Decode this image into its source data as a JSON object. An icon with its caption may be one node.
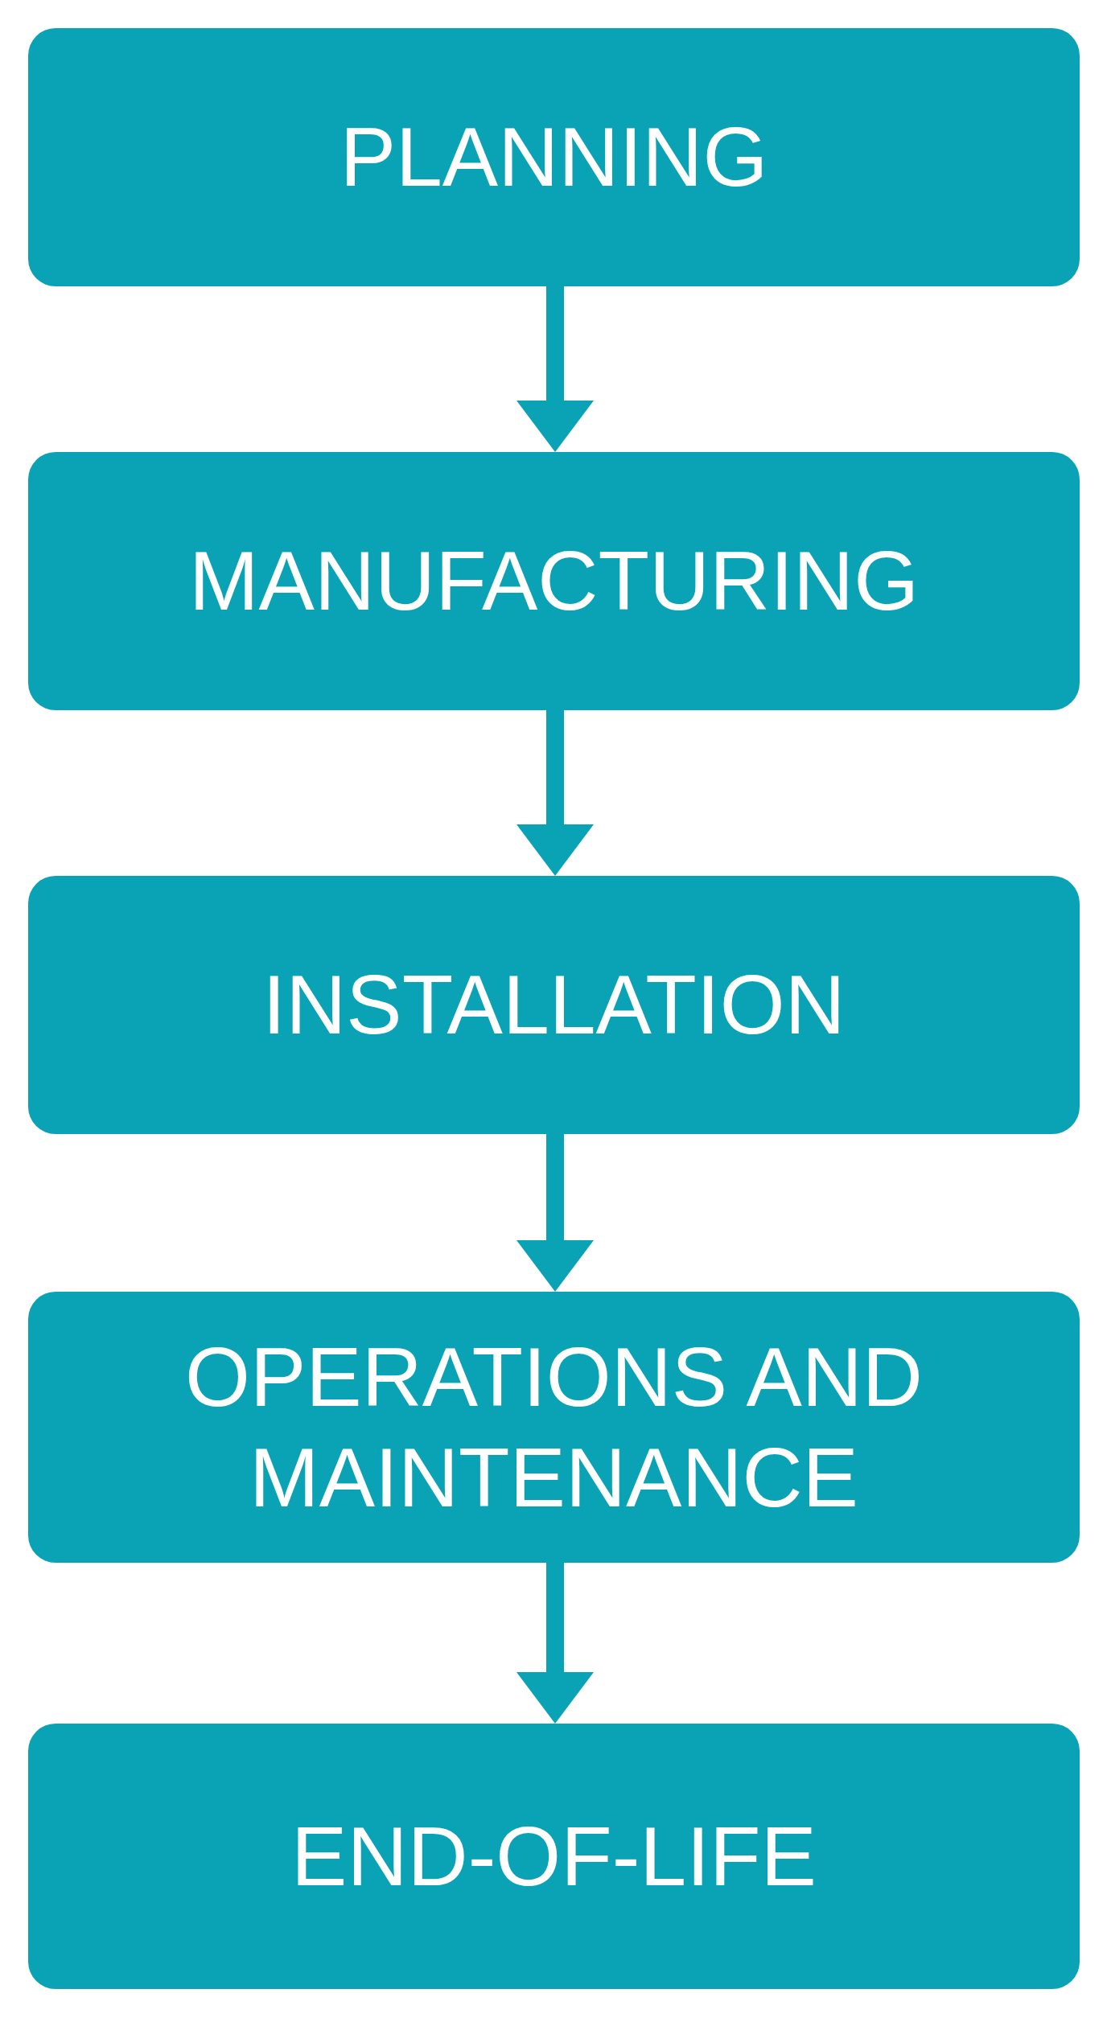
{
  "diagram": {
    "nodes": [
      {
        "text": [
          "PLANNING"
        ]
      },
      {
        "text": [
          "MANUFACTURING"
        ]
      },
      {
        "text": [
          "INSTALLATION"
        ]
      },
      {
        "text": [
          "OPERATIONS AND MAINTENANCE"
        ]
      },
      {
        "text": [
          "END-OF-LIFE"
        ]
      }
    ],
    "edges": [
      {
        "from": 0,
        "to": 1,
        "arrow": "to"
      },
      {
        "from": 1,
        "to": 2,
        "arrow": "to"
      },
      {
        "from": 2,
        "to": 3,
        "arrow": "to"
      },
      {
        "from": 3,
        "to": 4,
        "arrow": "to"
      }
    ]
  }
}
